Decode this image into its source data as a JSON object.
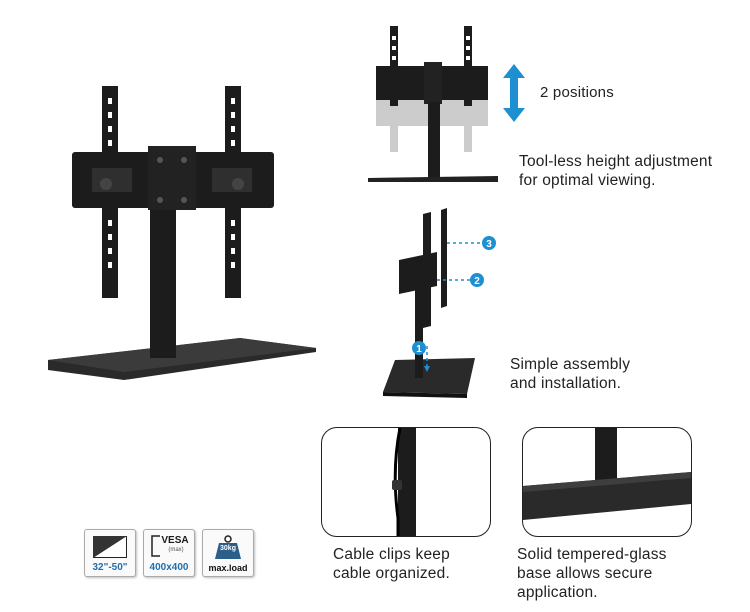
{
  "callouts": {
    "height_positions": "2 positions",
    "height_adjust": [
      "Tool-less height adjustment",
      "for optimal viewing."
    ],
    "assembly": [
      "Simple assembly",
      "and installation."
    ],
    "cable": [
      "Cable clips keep",
      "cable organized."
    ],
    "glass": [
      "Solid tempered-glass",
      "base allows secure",
      "application."
    ]
  },
  "steps": [
    "1",
    "2",
    "3"
  ],
  "badges": {
    "size": "32\"-50\"",
    "vesa_title": "VESA",
    "vesa_max": "(max)",
    "vesa_value": "400x400",
    "load_weight": "30kg",
    "load_label": "max.load"
  },
  "colors": {
    "accent": "#1e8fd0",
    "stand": "#1c1c1c",
    "glass": "#2a2a2a"
  }
}
